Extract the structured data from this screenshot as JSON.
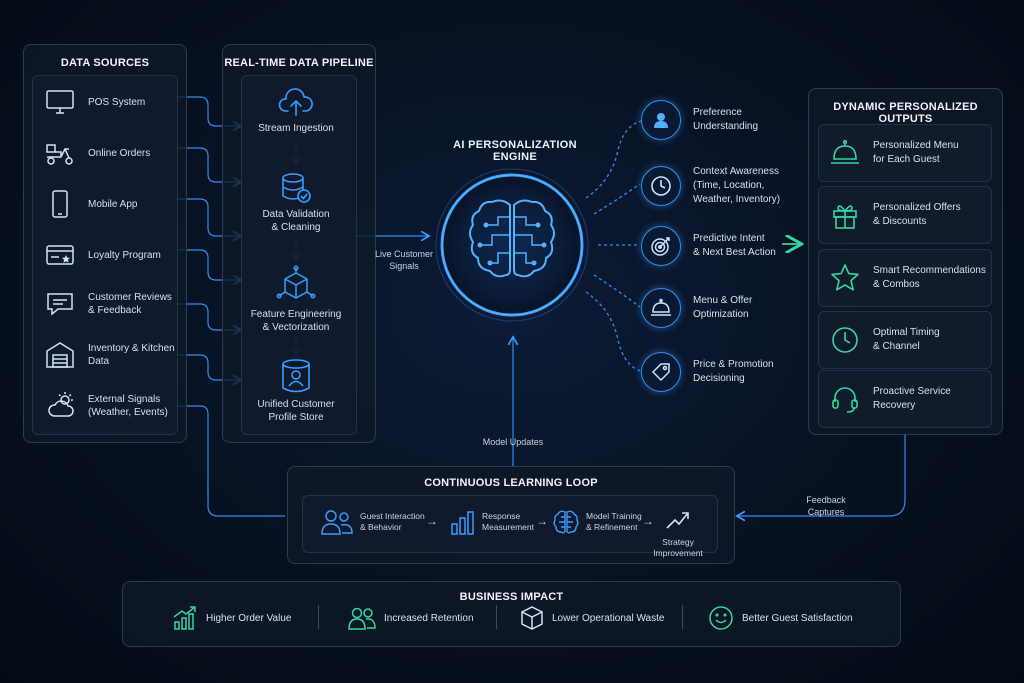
{
  "data_sources": {
    "title": "DATA SOURCES",
    "items": [
      {
        "label": "POS System",
        "icon": "monitor-icon"
      },
      {
        "label": "Online Orders",
        "icon": "delivery-scooter-icon"
      },
      {
        "label": "Mobile App",
        "icon": "smartphone-icon"
      },
      {
        "label": "Loyalty Program",
        "icon": "loyalty-card-icon"
      },
      {
        "label": "Customer Reviews\n& Feedback",
        "icon": "chat-bubble-icon"
      },
      {
        "label": "Inventory & Kitchen\nData",
        "icon": "warehouse-icon"
      },
      {
        "label": "External Signals\n(Weather, Events)",
        "icon": "weather-icon"
      }
    ]
  },
  "pipeline": {
    "title": "REAL-TIME DATA PIPELINE",
    "items": [
      {
        "label": "Stream Ingestion",
        "icon": "cloud-upload-icon"
      },
      {
        "label": "Data Validation\n& Cleaning",
        "icon": "database-check-icon"
      },
      {
        "label": "Feature Engineering\n& Vectorization",
        "icon": "cube-network-icon"
      },
      {
        "label": "Unified Customer\nProfile Store",
        "icon": "database-user-icon"
      }
    ]
  },
  "live_signals_label": "Live Customer\nSignals",
  "engine": {
    "title": "AI PERSONALIZATION ENGINE",
    "icon": "brain-circuit-icon",
    "capabilities": [
      {
        "label": "Preference\nUnderstanding",
        "icon": "user-icon"
      },
      {
        "label": "Context Awareness\n(Time, Location,\nWeather, Inventory)",
        "icon": "clock-icon"
      },
      {
        "label": "Predictive Intent\n& Next Best Action",
        "icon": "target-icon"
      },
      {
        "label": "Menu & Offer\nOptimization",
        "icon": "cloche-icon"
      },
      {
        "label": "Price & Promotion\nDecisioning",
        "icon": "price-tag-icon"
      }
    ]
  },
  "outputs": {
    "title": "DYNAMIC PERSONALIZED OUTPUTS",
    "items": [
      {
        "label": "Personalized Menu\nfor Each Guest",
        "icon": "cloche-icon"
      },
      {
        "label": "Personalized Offers\n& Discounts",
        "icon": "gift-icon"
      },
      {
        "label": "Smart Recommendations\n& Combos",
        "icon": "star-icon"
      },
      {
        "label": "Optimal Timing\n& Channel",
        "icon": "clock-icon"
      },
      {
        "label": "Proactive Service\nRecovery",
        "icon": "headset-icon"
      }
    ]
  },
  "model_updates_label": "Model Updates",
  "feedback_label": "Feedback\nCaptures",
  "learning_loop": {
    "title": "CONTINUOUS LEARNING LOOP",
    "steps": [
      {
        "label": "Guest Interaction\n& Behavior",
        "icon": "users-icon"
      },
      {
        "label": "Response\nMeasurement",
        "icon": "bar-chart-icon"
      },
      {
        "label": "Model Training\n& Refinement",
        "icon": "brain-icon"
      },
      {
        "label": "Strategy\nImprovement",
        "icon": "trend-up-icon"
      }
    ]
  },
  "business_impact": {
    "title": "BUSINESS IMPACT",
    "items": [
      {
        "label": "Higher Order Value",
        "icon": "growth-chart-icon"
      },
      {
        "label": "Increased Retention",
        "icon": "users-icon"
      },
      {
        "label": "Lower Operational Waste",
        "icon": "box-icon"
      },
      {
        "label": "Better Guest Satisfaction",
        "icon": "smiley-icon"
      }
    ]
  },
  "colors": {
    "accent_blue": "#2f8df0",
    "accent_green": "#35d6a0",
    "panel_border": "#2a3a52"
  }
}
